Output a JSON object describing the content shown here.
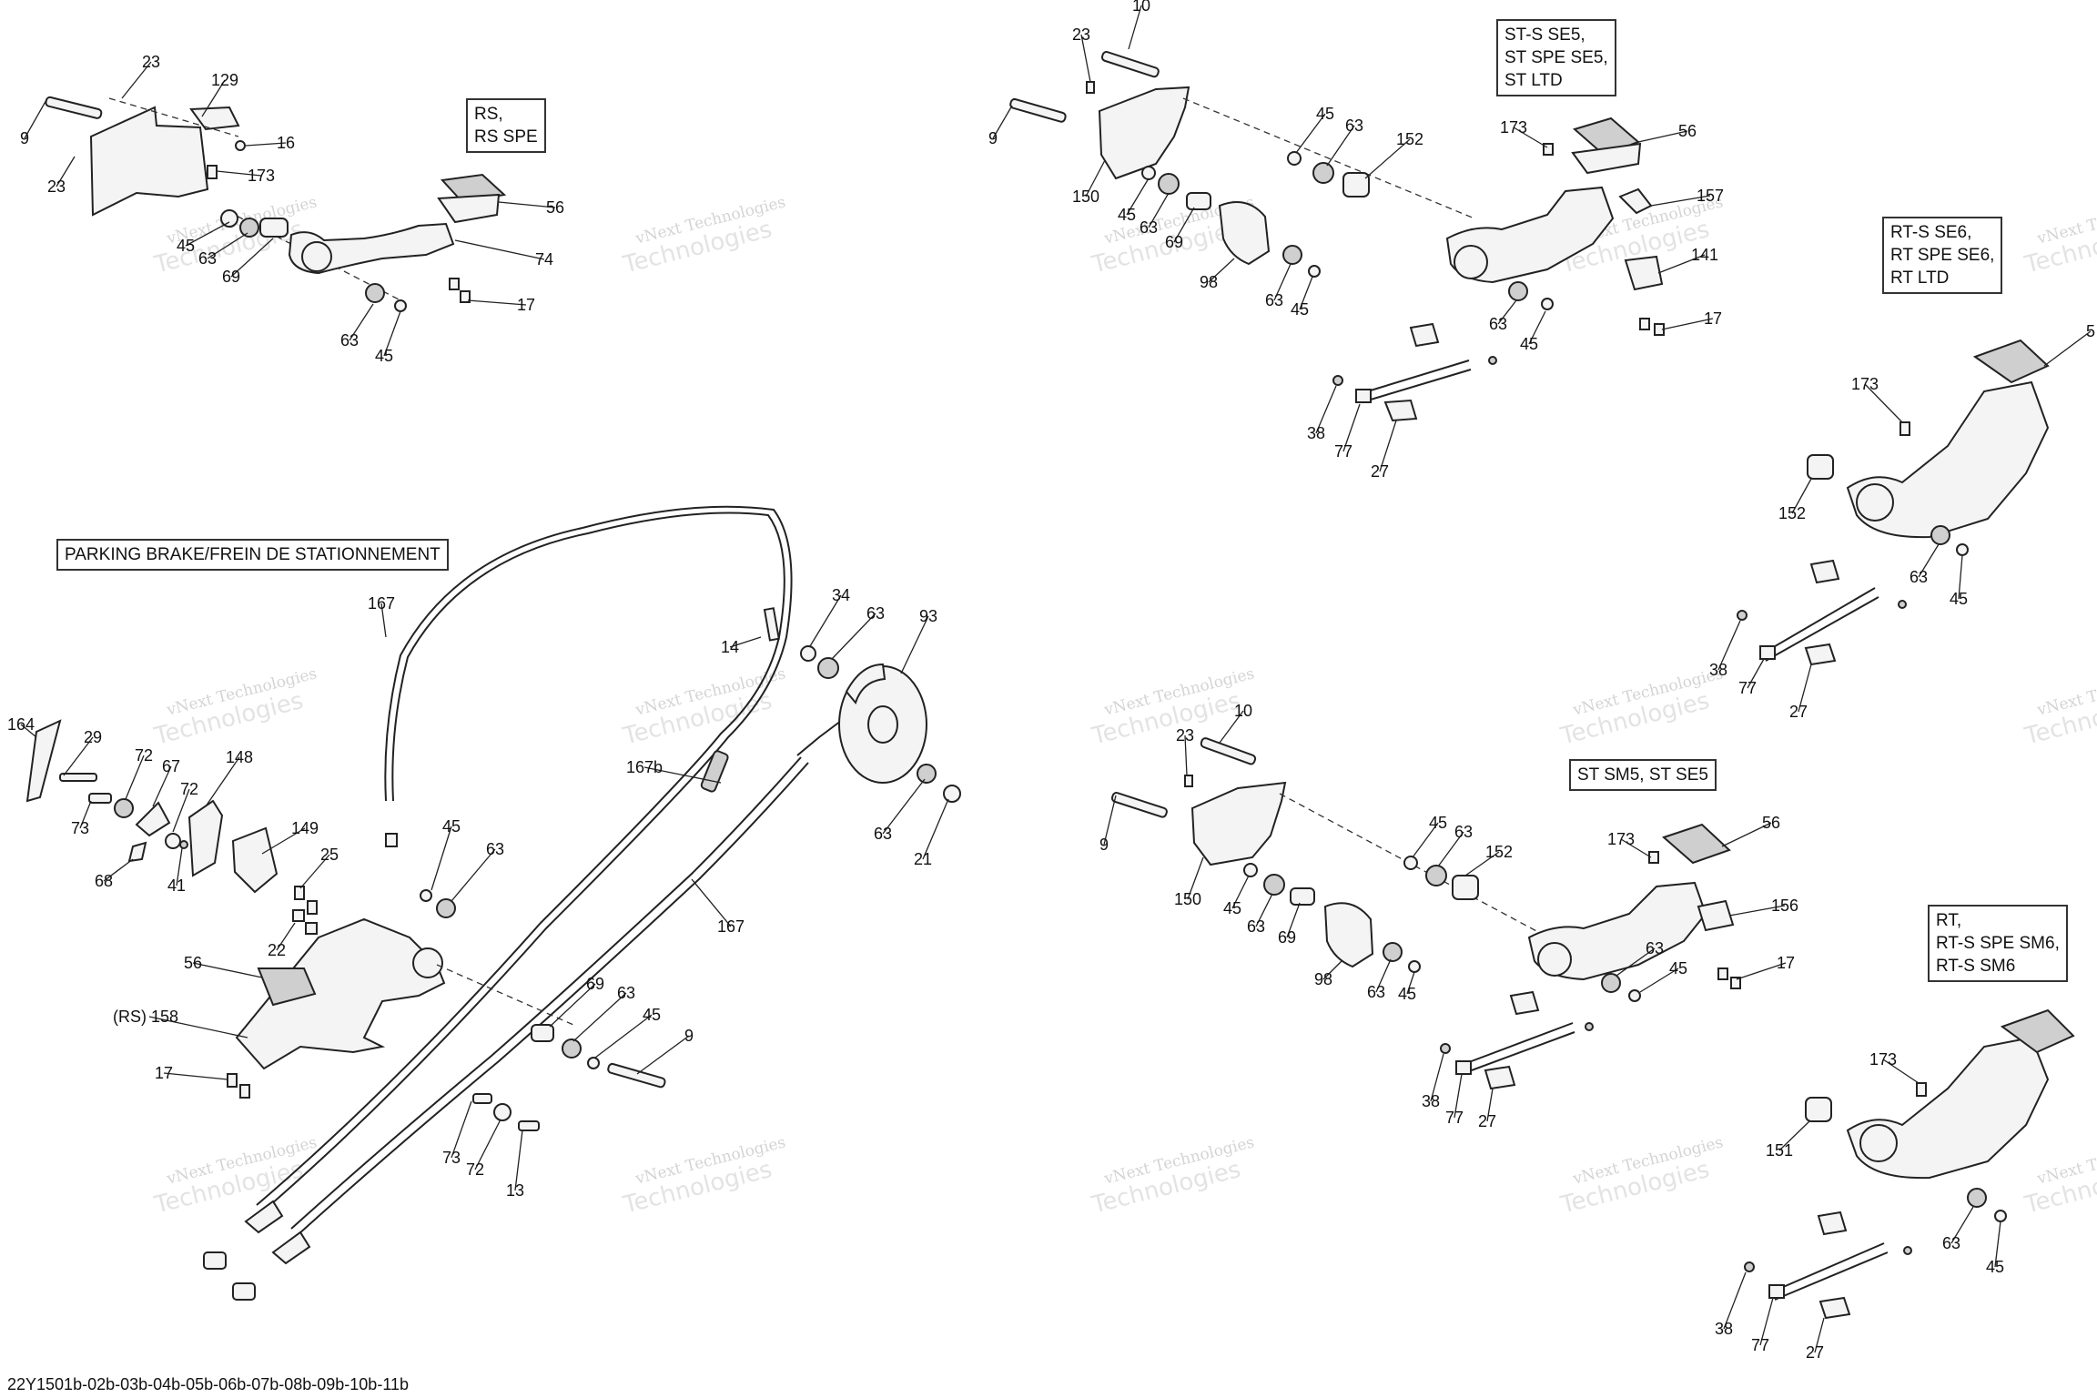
{
  "drawing_code": "22Y1501b-02b-03b-04b-05b-06b-07b-08b-09b-10b-11b",
  "variant_boxes": {
    "rs": "RS,\nRS SPE",
    "st_s_se5": "ST-S SE5,\nST SPE SE5,\nST LTD",
    "rt_s_se6": "RT-S SE6,\nRT SPE SE6,\nRT LTD",
    "st_sm5": "ST SM5, ST SE5",
    "rt_sm6": "RT,\nRT-S SPE SM6,\nRT-S SM6",
    "parking_brake": "PARKING BRAKE/FREIN DE STATIONNEMENT"
  },
  "watermark": {
    "line1": "vNext Technologies",
    "line2": "Technologies"
  },
  "callouts": {
    "rs": [
      {
        "id": "rs-9",
        "text": "9"
      },
      {
        "id": "rs-23a",
        "text": "23"
      },
      {
        "id": "rs-23b",
        "text": "23"
      },
      {
        "id": "rs-129",
        "text": "129"
      },
      {
        "id": "rs-16",
        "text": "16"
      },
      {
        "id": "rs-173",
        "text": "173"
      },
      {
        "id": "rs-56",
        "text": "56"
      },
      {
        "id": "rs-45a",
        "text": "45"
      },
      {
        "id": "rs-63a",
        "text": "63"
      },
      {
        "id": "rs-69",
        "text": "69"
      },
      {
        "id": "rs-74",
        "text": "74"
      },
      {
        "id": "rs-17",
        "text": "17"
      },
      {
        "id": "rs-63b",
        "text": "63"
      },
      {
        "id": "rs-45b",
        "text": "45"
      }
    ],
    "st1": [
      {
        "id": "st1-10",
        "text": "10"
      },
      {
        "id": "st1-23",
        "text": "23"
      },
      {
        "id": "st1-9",
        "text": "9"
      },
      {
        "id": "st1-45a",
        "text": "45"
      },
      {
        "id": "st1-63a",
        "text": "63"
      },
      {
        "id": "st1-152",
        "text": "152"
      },
      {
        "id": "st1-173",
        "text": "173"
      },
      {
        "id": "st1-56",
        "text": "56"
      },
      {
        "id": "st1-157",
        "text": "157"
      },
      {
        "id": "st1-150",
        "text": "150"
      },
      {
        "id": "st1-45b",
        "text": "45"
      },
      {
        "id": "st1-63b",
        "text": "63"
      },
      {
        "id": "st1-69",
        "text": "69"
      },
      {
        "id": "st1-98",
        "text": "98"
      },
      {
        "id": "st1-63c",
        "text": "63"
      },
      {
        "id": "st1-45c",
        "text": "45"
      },
      {
        "id": "st1-141",
        "text": "141"
      },
      {
        "id": "st1-17",
        "text": "17"
      },
      {
        "id": "st1-63d",
        "text": "63"
      },
      {
        "id": "st1-45d",
        "text": "45"
      },
      {
        "id": "st1-38",
        "text": "38"
      },
      {
        "id": "st1-77",
        "text": "77"
      },
      {
        "id": "st1-27",
        "text": "27"
      }
    ],
    "rt1": [
      {
        "id": "rt1-5",
        "text": "5"
      },
      {
        "id": "rt1-173",
        "text": "173"
      },
      {
        "id": "rt1-152",
        "text": "152"
      },
      {
        "id": "rt1-63",
        "text": "63"
      },
      {
        "id": "rt1-45",
        "text": "45"
      },
      {
        "id": "rt1-38",
        "text": "38"
      },
      {
        "id": "rt1-77",
        "text": "77"
      },
      {
        "id": "rt1-27",
        "text": "27"
      }
    ],
    "park": [
      {
        "id": "pk-167",
        "text": "167"
      },
      {
        "id": "pk-14",
        "text": "14"
      },
      {
        "id": "pk-34",
        "text": "34"
      },
      {
        "id": "pk-63a",
        "text": "63"
      },
      {
        "id": "pk-93",
        "text": "93"
      },
      {
        "id": "pk-164",
        "text": "164"
      },
      {
        "id": "pk-29",
        "text": "29"
      },
      {
        "id": "pk-72a",
        "text": "72"
      },
      {
        "id": "pk-67",
        "text": "67"
      },
      {
        "id": "pk-72b",
        "text": "72"
      },
      {
        "id": "pk-148",
        "text": "148"
      },
      {
        "id": "pk-73a",
        "text": "73"
      },
      {
        "id": "pk-149",
        "text": "149"
      },
      {
        "id": "pk-68",
        "text": "68"
      },
      {
        "id": "pk-41",
        "text": "41"
      },
      {
        "id": "pk-25",
        "text": "25"
      },
      {
        "id": "pk-167b",
        "text": "167b"
      },
      {
        "id": "pk-45a",
        "text": "45"
      },
      {
        "id": "pk-63b",
        "text": "63"
      },
      {
        "id": "pk-22",
        "text": "22"
      },
      {
        "id": "pk-56",
        "text": "56"
      },
      {
        "id": "pk-167c",
        "text": "167"
      },
      {
        "id": "pk-63c",
        "text": "63"
      },
      {
        "id": "pk-21",
        "text": "21"
      },
      {
        "id": "pk-158",
        "text": "(RS) 158"
      },
      {
        "id": "pk-69",
        "text": "69"
      },
      {
        "id": "pk-63d",
        "text": "63"
      },
      {
        "id": "pk-45b",
        "text": "45"
      },
      {
        "id": "pk-9",
        "text": "9"
      },
      {
        "id": "pk-17",
        "text": "17"
      },
      {
        "id": "pk-73b",
        "text": "73"
      },
      {
        "id": "pk-72c",
        "text": "72"
      },
      {
        "id": "pk-13",
        "text": "13"
      }
    ],
    "st2": [
      {
        "id": "st2-10",
        "text": "10"
      },
      {
        "id": "st2-23",
        "text": "23"
      },
      {
        "id": "st2-9",
        "text": "9"
      },
      {
        "id": "st2-45a",
        "text": "45"
      },
      {
        "id": "st2-63a",
        "text": "63"
      },
      {
        "id": "st2-152",
        "text": "152"
      },
      {
        "id": "st2-173",
        "text": "173"
      },
      {
        "id": "st2-56",
        "text": "56"
      },
      {
        "id": "st2-150",
        "text": "150"
      },
      {
        "id": "st2-45b",
        "text": "45"
      },
      {
        "id": "st2-63b",
        "text": "63"
      },
      {
        "id": "st2-69",
        "text": "69"
      },
      {
        "id": "st2-156",
        "text": "156"
      },
      {
        "id": "st2-63c",
        "text": "63"
      },
      {
        "id": "st2-45c",
        "text": "45"
      },
      {
        "id": "st2-17",
        "text": "17"
      },
      {
        "id": "st2-98",
        "text": "98"
      },
      {
        "id": "st2-63d",
        "text": "63"
      },
      {
        "id": "st2-45d",
        "text": "45"
      },
      {
        "id": "st2-38",
        "text": "38"
      },
      {
        "id": "st2-77",
        "text": "77"
      },
      {
        "id": "st2-27",
        "text": "27"
      }
    ],
    "rt2": [
      {
        "id": "rt2-173",
        "text": "173"
      },
      {
        "id": "rt2-151",
        "text": "151"
      },
      {
        "id": "rt2-63",
        "text": "63"
      },
      {
        "id": "rt2-45",
        "text": "45"
      },
      {
        "id": "rt2-38",
        "text": "38"
      },
      {
        "id": "rt2-77",
        "text": "77"
      },
      {
        "id": "rt2-27",
        "text": "27"
      }
    ]
  }
}
